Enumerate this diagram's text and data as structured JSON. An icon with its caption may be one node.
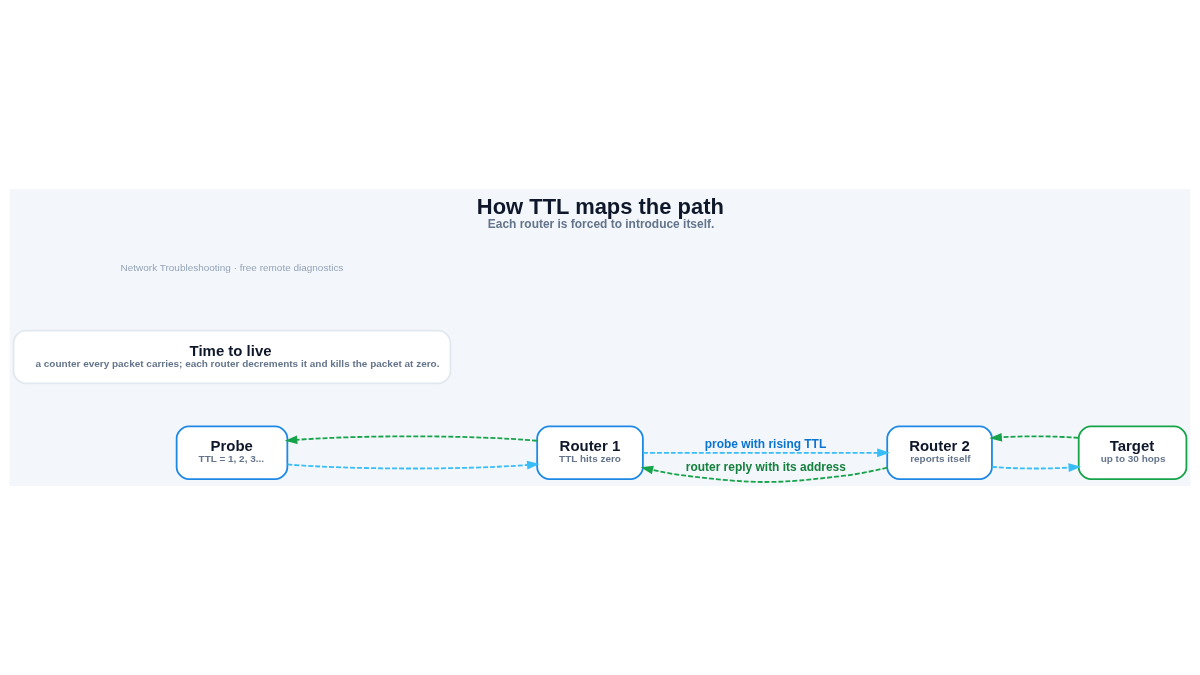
{
  "diagram": {
    "title": "How TTL maps the path",
    "caption": "Each router is forced to introduce itself.",
    "nodes": [
      {
        "text": [
          "Probe",
          "TTL = 1, 2, 3..."
        ]
      },
      {
        "text": [
          "Router 1",
          "TTL hits zero"
        ]
      },
      {
        "text": [
          "Router 2",
          "reports itself"
        ]
      },
      {
        "text": [
          "Target",
          "up to 30 hops"
        ]
      },
      {
        "text": [
          "Time to live",
          "a counter every packet carries; each router decrements it and kills the packet at zero."
        ]
      }
    ],
    "edges": [
      {
        "from": 0,
        "to": 1,
        "arrow": "to",
        "style": "dashed",
        "color": "#38bdf8"
      },
      {
        "from": 1,
        "to": 2,
        "arrow": "to",
        "style": "dashed",
        "color": "#38bdf8",
        "label": "probe with rising TTL"
      },
      {
        "from": 2,
        "to": 3,
        "arrow": "to",
        "style": "dashed",
        "color": "#38bdf8"
      },
      {
        "from": 3,
        "to": 2,
        "arrow": "to",
        "style": "dashed",
        "color": "#16a34a"
      },
      {
        "from": 2,
        "to": 1,
        "arrow": "to",
        "style": "dashed",
        "color": "#16a34a",
        "label": "router reply with its address"
      },
      {
        "from": 1,
        "to": 0,
        "arrow": "to",
        "style": "dashed",
        "color": "#16a34a"
      }
    ],
    "labels": [
      "Network Troubleshooting · free remote diagnostics"
    ]
  }
}
